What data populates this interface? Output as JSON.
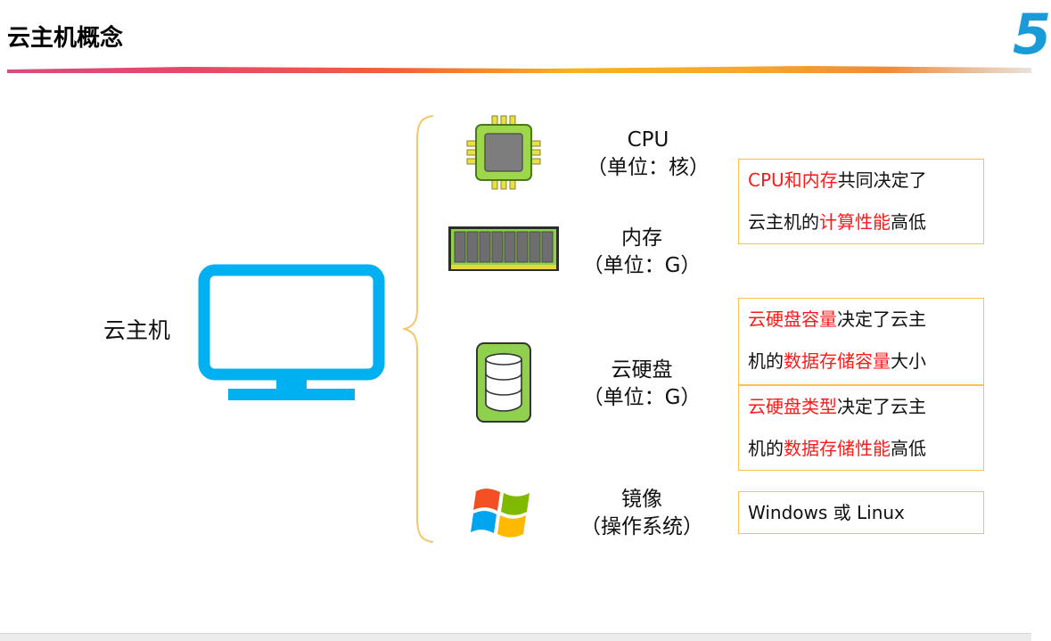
{
  "slide": {
    "title": "云主机概念",
    "number": "5"
  },
  "host": {
    "label": "云主机"
  },
  "items": [
    {
      "name": "CPU",
      "unit": "（单位：核）"
    },
    {
      "name": "内存",
      "unit": "（单位：G）"
    },
    {
      "name": "云硬盘",
      "unit": "（单位：G）"
    },
    {
      "name": "镜像",
      "unit": "（操作系统）"
    }
  ],
  "notes": {
    "cpu_mem": {
      "line1_hl": "CPU和内存",
      "line1_rest": "共同决定了",
      "line2_pre": "云主机的",
      "line2_hl": "计算性能",
      "line2_post": "高低"
    },
    "disk_capacity": {
      "line1_hl": "云硬盘容量",
      "line1_rest": "决定了云主",
      "line2_pre": "机的",
      "line2_hl": "数据存储容量",
      "line2_post": "大小"
    },
    "disk_type": {
      "line1_hl": "云硬盘类型",
      "line1_rest": "决定了云主",
      "line2_pre": "机的",
      "line2_hl": "数据存储性能",
      "line2_post": "高低"
    },
    "image": {
      "text": "Windows 或 Linux"
    }
  },
  "colors": {
    "accent_blue": "#1a9ad6",
    "monitor_blue": "#00b0f0",
    "highlight_red": "#ff1a1a",
    "box_border": "#f7c34a",
    "brace": "#f5c66a"
  },
  "icons": [
    "cpu-chip-icon",
    "memory-module-icon",
    "disk-drive-icon",
    "windows-logo-icon",
    "monitor-icon"
  ]
}
